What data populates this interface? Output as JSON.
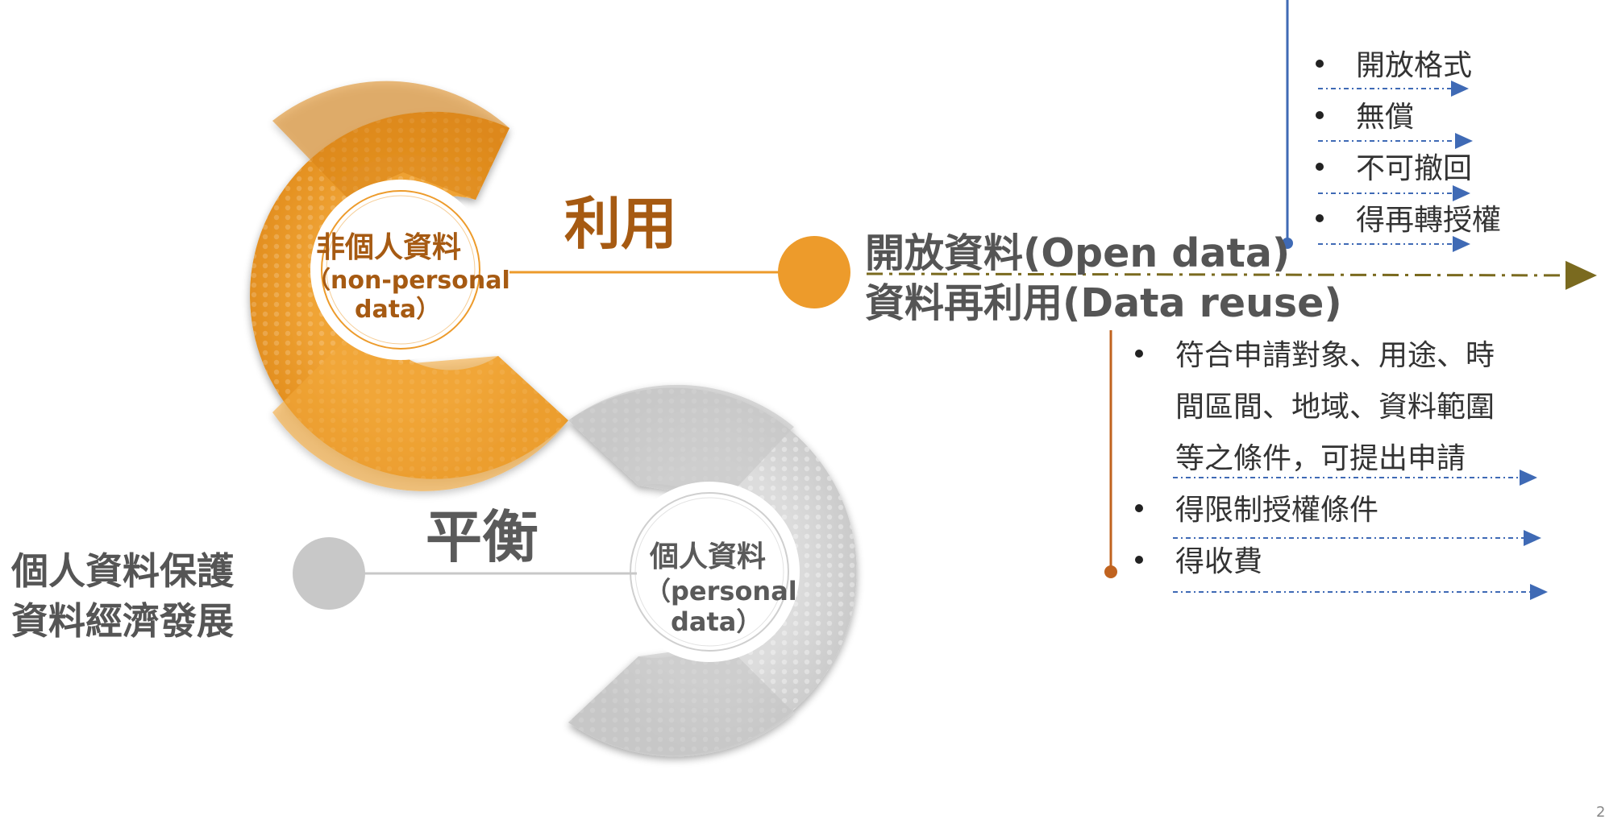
{
  "non_personal": {
    "line1": "非個人資料",
    "line2": "（non-personal",
    "line3": "data）"
  },
  "personal": {
    "line1": "個人資料",
    "line2": "（personal",
    "line3": "data）"
  },
  "use_label": "利用",
  "balance_label": "平衡",
  "left_goals": {
    "line1": "個人資料保護",
    "line2": "資料經濟發展"
  },
  "open_data": {
    "title_line1": "開放資料(Open data)",
    "title_line2": "資料再利用(Data reuse)"
  },
  "open_data_features": [
    "開放格式",
    "無償",
    "不可撤回",
    "得再轉授權"
  ],
  "reuse_features": [
    "符合申請對象、用途、時",
    "間區間、地域、資料範圍",
    "等之條件，可提出申請",
    "得限制授權條件",
    "得收費"
  ],
  "page_number": "2",
  "colors": {
    "orange": "#ED9B2B",
    "orange_dark": "#C9761A",
    "brown_text": "#A65A12",
    "gray_ring": "#D6D6D6",
    "gray_text": "#5A5A5A",
    "blue_line": "#3F6AB5",
    "rust_line": "#C0631F",
    "olive_line": "#7A6A1F"
  }
}
